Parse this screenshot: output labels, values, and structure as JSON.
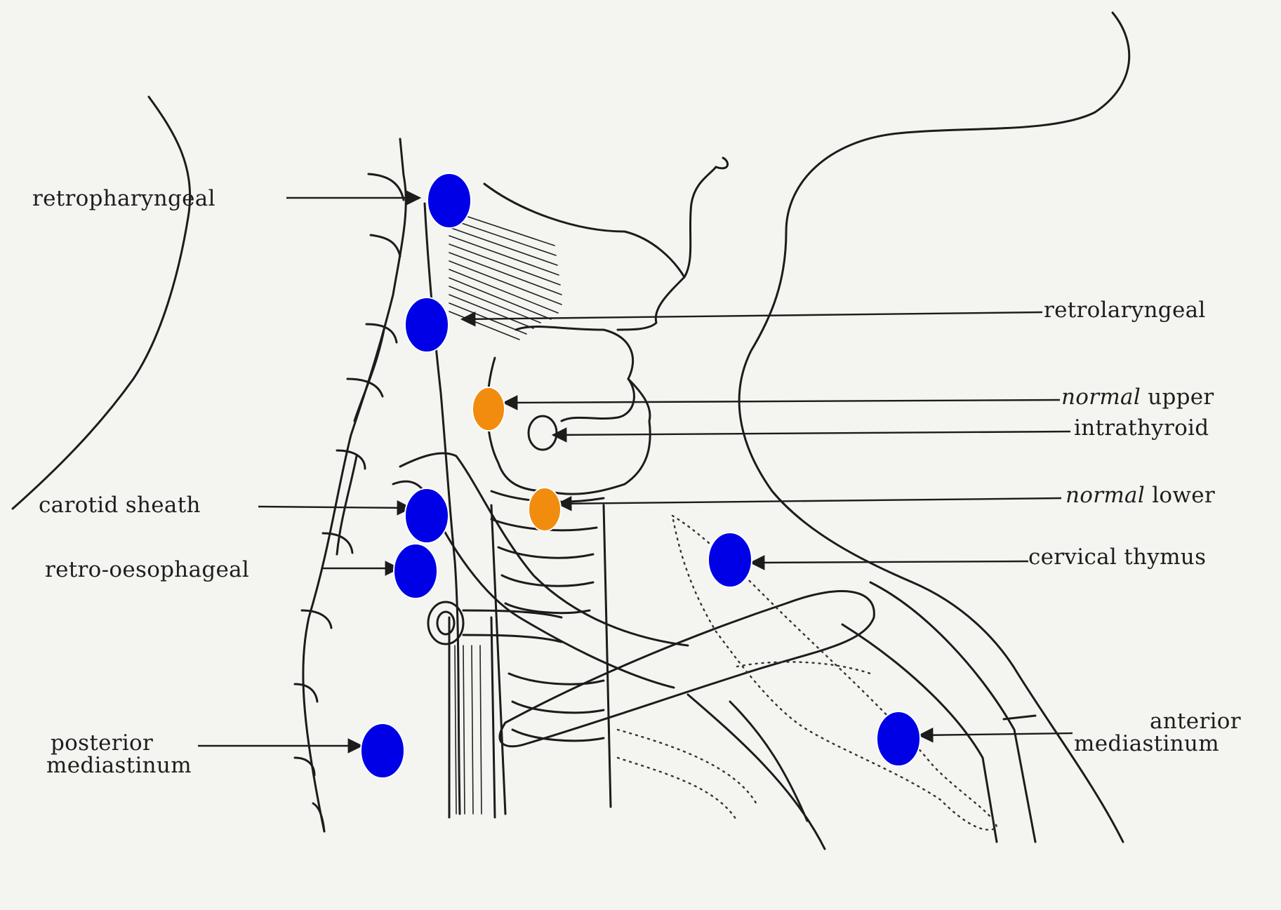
{
  "labels": {
    "retropharyngeal": "retropharyngeal",
    "retrolaryngeal": "retrolaryngeal",
    "normal_upper_italic": "normal",
    "normal_upper_rest": " upper",
    "intrathyroid": "intrathyroid",
    "carotid_sheath": "carotid sheath",
    "normal_lower_italic": "normal",
    "normal_lower_rest": " lower",
    "retro_oesophageal": "retro-oesophageal",
    "cervical_thymus": "cervical thymus",
    "posterior_mediastinum_line1": "posterior",
    "posterior_mediastinum_line2": "mediastinum",
    "anterior_mediastinum_line1": "anterior",
    "anterior_mediastinum_line2": "mediastinum"
  },
  "colors": {
    "ectopic_marker": "#0000e6",
    "normal_marker": "#f28c0f",
    "marker_outline": "#ffffff",
    "line_art": "#1c1c1c",
    "background": "#f4f4f1"
  }
}
